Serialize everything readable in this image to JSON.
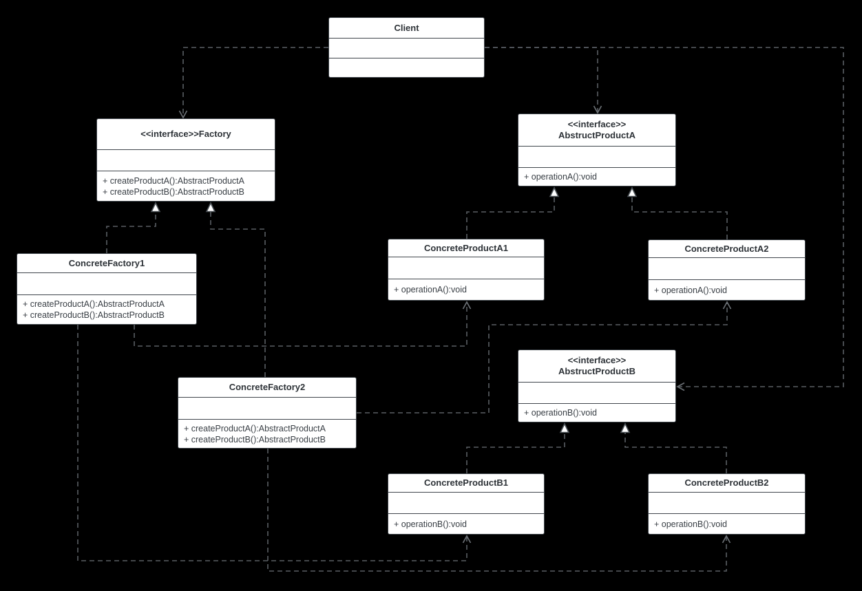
{
  "diagram": {
    "kind": "uml-class-diagram",
    "pattern": "Abstract Factory",
    "colors": {
      "background": "#000000",
      "node_fill": "#ffffff",
      "node_border": "#3f454b",
      "title_text": "#2d3237",
      "method_text": "#383e44",
      "connector": "#5a5f64"
    },
    "nodes": [
      {
        "id": "client",
        "title_lines": [
          "Client"
        ],
        "methods": []
      },
      {
        "id": "factory",
        "title_lines": [
          "<<interface>>Factory"
        ],
        "methods": [
          "+ createProductA():AbstractProductA",
          "+ createProductB():AbstractProductB"
        ]
      },
      {
        "id": "abstructProductA",
        "title_lines": [
          "<<interface>>",
          "AbstructProductA"
        ],
        "methods": [
          "+ operationA():void"
        ]
      },
      {
        "id": "concreteFactory1",
        "title_lines": [
          "ConcreteFactory1"
        ],
        "methods": [
          "+ createProductA():AbstractProductA",
          "+ createProductB():AbstractProductB"
        ]
      },
      {
        "id": "concreteProductA1",
        "title_lines": [
          "ConcreteProductA1"
        ],
        "methods": [
          "+ operationA():void"
        ]
      },
      {
        "id": "concreteProductA2",
        "title_lines": [
          "ConcreteProductA2"
        ],
        "methods": [
          "+ operationA():void"
        ]
      },
      {
        "id": "abstructProductB",
        "title_lines": [
          "<<interface>>",
          "AbstructProductB"
        ],
        "methods": [
          "+ operationB():void"
        ]
      },
      {
        "id": "concreteFactory2",
        "title_lines": [
          "ConcreteFactory2"
        ],
        "methods": [
          "+ createProductA():AbstractProductA",
          "+ createProductB():AbstractProductB"
        ]
      },
      {
        "id": "concreteProductB1",
        "title_lines": [
          "ConcreteProductB1"
        ],
        "methods": [
          "+ operationB():void"
        ]
      },
      {
        "id": "concreteProductB2",
        "title_lines": [
          "ConcreteProductB2"
        ],
        "methods": [
          "+ operationB():void"
        ]
      }
    ],
    "edges": [
      {
        "from": "Client",
        "to": "Factory",
        "type": "dependency"
      },
      {
        "from": "Client",
        "to": "AbstructProductA",
        "type": "dependency"
      },
      {
        "from": "Client",
        "to": "AbstructProductB",
        "type": "dependency"
      },
      {
        "from": "ConcreteFactory1",
        "to": "Factory",
        "type": "realization"
      },
      {
        "from": "ConcreteFactory2",
        "to": "Factory",
        "type": "realization"
      },
      {
        "from": "ConcreteProductA1",
        "to": "AbstructProductA",
        "type": "realization"
      },
      {
        "from": "ConcreteProductA2",
        "to": "AbstructProductA",
        "type": "realization"
      },
      {
        "from": "ConcreteProductB1",
        "to": "AbstructProductB",
        "type": "realization"
      },
      {
        "from": "ConcreteProductB2",
        "to": "AbstructProductB",
        "type": "realization"
      },
      {
        "from": "ConcreteFactory1",
        "to": "ConcreteProductA1",
        "type": "dependency"
      },
      {
        "from": "ConcreteFactory1",
        "to": "ConcreteProductB1",
        "type": "dependency"
      },
      {
        "from": "ConcreteFactory2",
        "to": "ConcreteProductA2",
        "type": "dependency"
      },
      {
        "from": "ConcreteFactory2",
        "to": "ConcreteProductB2",
        "type": "dependency"
      }
    ]
  }
}
